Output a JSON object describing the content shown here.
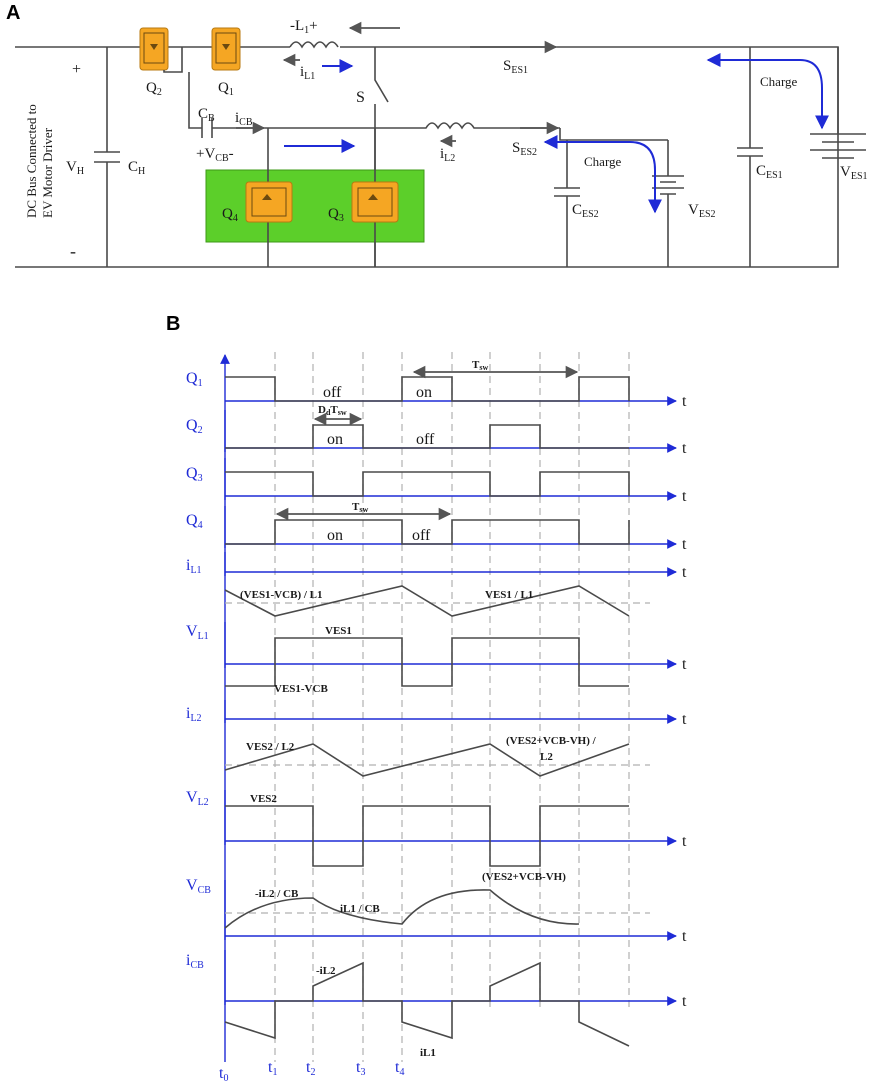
{
  "panel_a": {
    "label": "A",
    "side_label_1": "DC Bus Connected to",
    "side_label_2": "EV Motor Driver",
    "plus": "+",
    "minus": "-",
    "vh": "V",
    "vh_sub": "H",
    "ch": "C",
    "ch_sub": "H",
    "q1": "Q",
    "q1_sub": "1",
    "q2": "Q",
    "q2_sub": "2",
    "q3": "Q",
    "q3_sub": "3",
    "q4": "Q",
    "q4_sub": "4",
    "l1_pre": "-L",
    "l1_sub": "1",
    "l1_post": "+",
    "il1": "i",
    "il1_sub": "L1",
    "s": "S",
    "cb": "C",
    "cb_sub": "B",
    "icb": "i",
    "icb_sub": "CB",
    "vcb_pre": "+V",
    "vcb_sub": "CB",
    "vcb_post": "-",
    "il2": "i",
    "il2_sub": "L2",
    "ses1": "S",
    "ses1_sub": "ES1",
    "ses2": "S",
    "ses2_sub": "ES2",
    "ces1": "C",
    "ces1_sub": "ES1",
    "ces2": "C",
    "ces2_sub": "ES2",
    "ves1": "V",
    "ves1_sub": "ES1",
    "ves2": "V",
    "ves2_sub": "ES2",
    "charge1": "Charge",
    "charge2": "Charge",
    "colors": {
      "switch_fill": "#f5a623",
      "green_box": "#5ccf2a",
      "flow_arrow": "#1f2bd6"
    }
  },
  "panel_b": {
    "label": "B",
    "axis_t": "t",
    "rows": [
      {
        "name": "Q",
        "sub": "1"
      },
      {
        "name": "Q",
        "sub": "2"
      },
      {
        "name": "Q",
        "sub": "3"
      },
      {
        "name": "Q",
        "sub": "4"
      },
      {
        "name": "i",
        "sub": "L1"
      },
      {
        "name": "V",
        "sub": "L1"
      },
      {
        "name": "i",
        "sub": "L2"
      },
      {
        "name": "V",
        "sub": "L2"
      },
      {
        "name": "V",
        "sub": "CB"
      },
      {
        "name": "i",
        "sub": "CB"
      }
    ],
    "times": [
      {
        "name": "t",
        "sub": "0"
      },
      {
        "name": "t",
        "sub": "1"
      },
      {
        "name": "t",
        "sub": "2"
      },
      {
        "name": "t",
        "sub": "3"
      },
      {
        "name": "t",
        "sub": "4"
      }
    ],
    "annotations": {
      "q1_off": "off",
      "q1_on": "on",
      "tsw_main": "T",
      "tsw_sub": "sw",
      "ddtsw_main": "D",
      "ddtsw_sub": "d",
      "ddtsw_t": "T",
      "ddtsw_tsub": "sw",
      "q2_on": "on",
      "q2_off": "off",
      "q4_on": "on",
      "q4_off": "off",
      "il1_left": "(VES1-VCB) / L1",
      "il1_right": "VES1 / L1",
      "vl1_high": "VES1",
      "vl1_low": "VES1-VCB",
      "il2_left": "VES2 / L2",
      "il2_right_1": "(VES2+VCB-VH) /",
      "il2_right_2": "L2",
      "vl2_high": "VES2",
      "vl2_low": "(VES2+VCB-VH)",
      "vcb_left": "-iL2 / CB",
      "vcb_mid": "iL1 / CB",
      "icb_up": "-iL2",
      "icb_down": "iL1"
    }
  }
}
